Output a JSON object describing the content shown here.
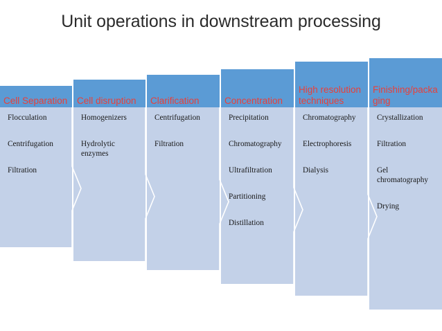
{
  "slide": {
    "title": "Unit operations in downstream processing",
    "colors": {
      "header_fill": "#5B9BD5",
      "header_text": "#E8403A",
      "body_fill": "#C3D1E8",
      "body_text": "#181818",
      "background": "#FFFFFF",
      "separator": "#FFFFFF"
    }
  },
  "stages": [
    {
      "header": "Cell Separation",
      "items": [
        "Flocculation",
        "Centrifugation",
        "Filtration"
      ]
    },
    {
      "header": "Cell disruption",
      "items": [
        "Homogenizers",
        "Hydrolytic enzymes"
      ]
    },
    {
      "header": "Clarification",
      "items": [
        "Centrifugation",
        "Filtration"
      ]
    },
    {
      "header": "Concentration",
      "items": [
        "Precipitation",
        "Chromatography",
        "Ultrafiltration",
        "Partitioning",
        "Distillation"
      ]
    },
    {
      "header": "High resolution techniques",
      "items": [
        "Chromatography",
        "Electrophoresis",
        "Dialysis"
      ]
    },
    {
      "header": "Finishing/packaging",
      "items": [
        "Crystallization",
        "Filtration",
        "Gel chromatography",
        "Drying"
      ]
    }
  ]
}
